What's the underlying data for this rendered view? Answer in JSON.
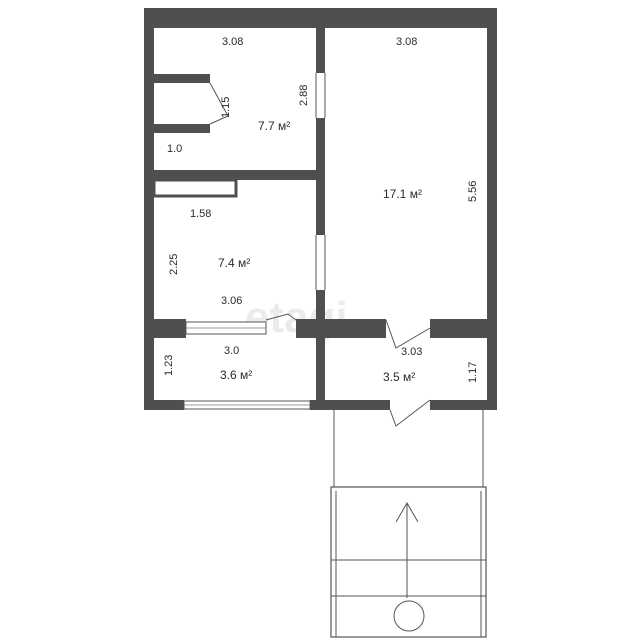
{
  "watermark": "etagi",
  "rooms": [
    {
      "id": "room-top-left",
      "area": "7.7 м²",
      "dims": [
        "3.08",
        "2.88",
        "1.15",
        "1.0"
      ]
    },
    {
      "id": "room-large",
      "area": "17.1 м²",
      "dims": [
        "3.08",
        "5.56"
      ]
    },
    {
      "id": "room-middle-left",
      "area": "7.4 м²",
      "dims": [
        "1.58",
        "2.25",
        "3.06"
      ]
    },
    {
      "id": "room-bottom-left",
      "area": "3.6 м²",
      "dims": [
        "3.0",
        "1.23"
      ]
    },
    {
      "id": "room-bottom-right",
      "area": "3.5 м²",
      "dims": [
        "3.03",
        "1.17"
      ]
    }
  ],
  "colors": {
    "wall": "#4f4f51",
    "text": "#2b2b2b"
  }
}
